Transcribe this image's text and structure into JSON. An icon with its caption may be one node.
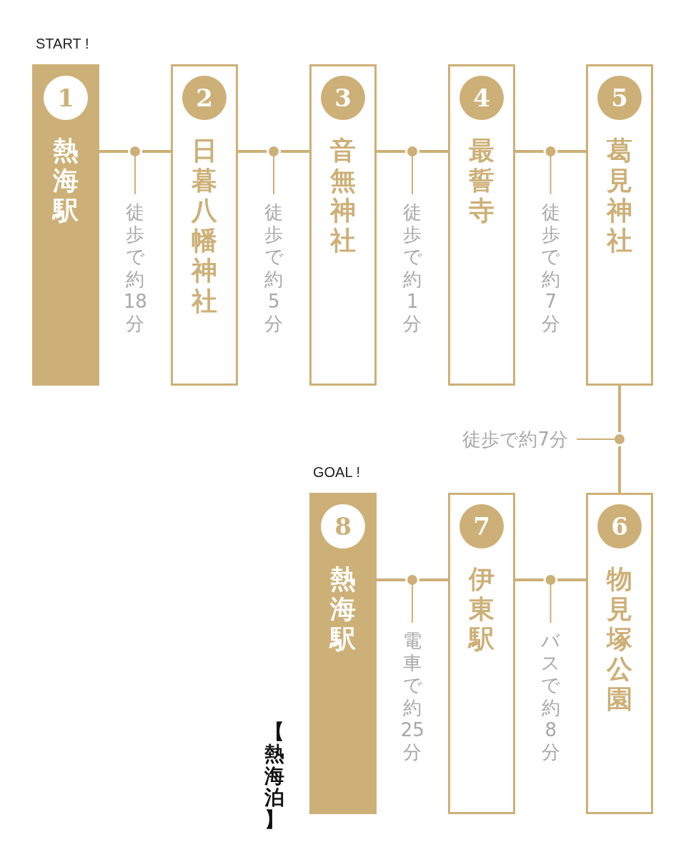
{
  "diagram": {
    "nodes": [
      {
        "text": [
          "1",
          "熱海駅"
        ],
        "beside": [
          "START !"
        ]
      },
      {
        "text": [
          "2",
          "日暮八幡神社"
        ]
      },
      {
        "text": [
          "3",
          "音無神社"
        ]
      },
      {
        "text": [
          "4",
          "最誓寺"
        ]
      },
      {
        "text": [
          "5",
          "葛見神社"
        ]
      },
      {
        "text": [
          "6",
          "物見塚公園"
        ]
      },
      {
        "text": [
          "7",
          "伊東駅"
        ]
      },
      {
        "text": [
          "8",
          "熱海駅"
        ],
        "beside": [
          "GOAL !"
        ]
      }
    ],
    "edges": [
      {
        "from": 0,
        "to": 1,
        "arrow": "none",
        "label": "徒歩で約18分"
      },
      {
        "from": 1,
        "to": 2,
        "arrow": "none",
        "label": "徒歩で約5分"
      },
      {
        "from": 2,
        "to": 3,
        "arrow": "none",
        "label": "徒歩で約1分"
      },
      {
        "from": 3,
        "to": 4,
        "arrow": "none",
        "label": "徒歩で約7分"
      },
      {
        "from": 4,
        "to": 5,
        "arrow": "none",
        "label": "徒歩で約7分"
      },
      {
        "from": 5,
        "to": 6,
        "arrow": "none",
        "label": "バスで約8分"
      },
      {
        "from": 6,
        "to": 7,
        "arrow": "none",
        "label": "電車で約25分"
      }
    ],
    "labels": [
      "【熱海泊】"
    ]
  }
}
